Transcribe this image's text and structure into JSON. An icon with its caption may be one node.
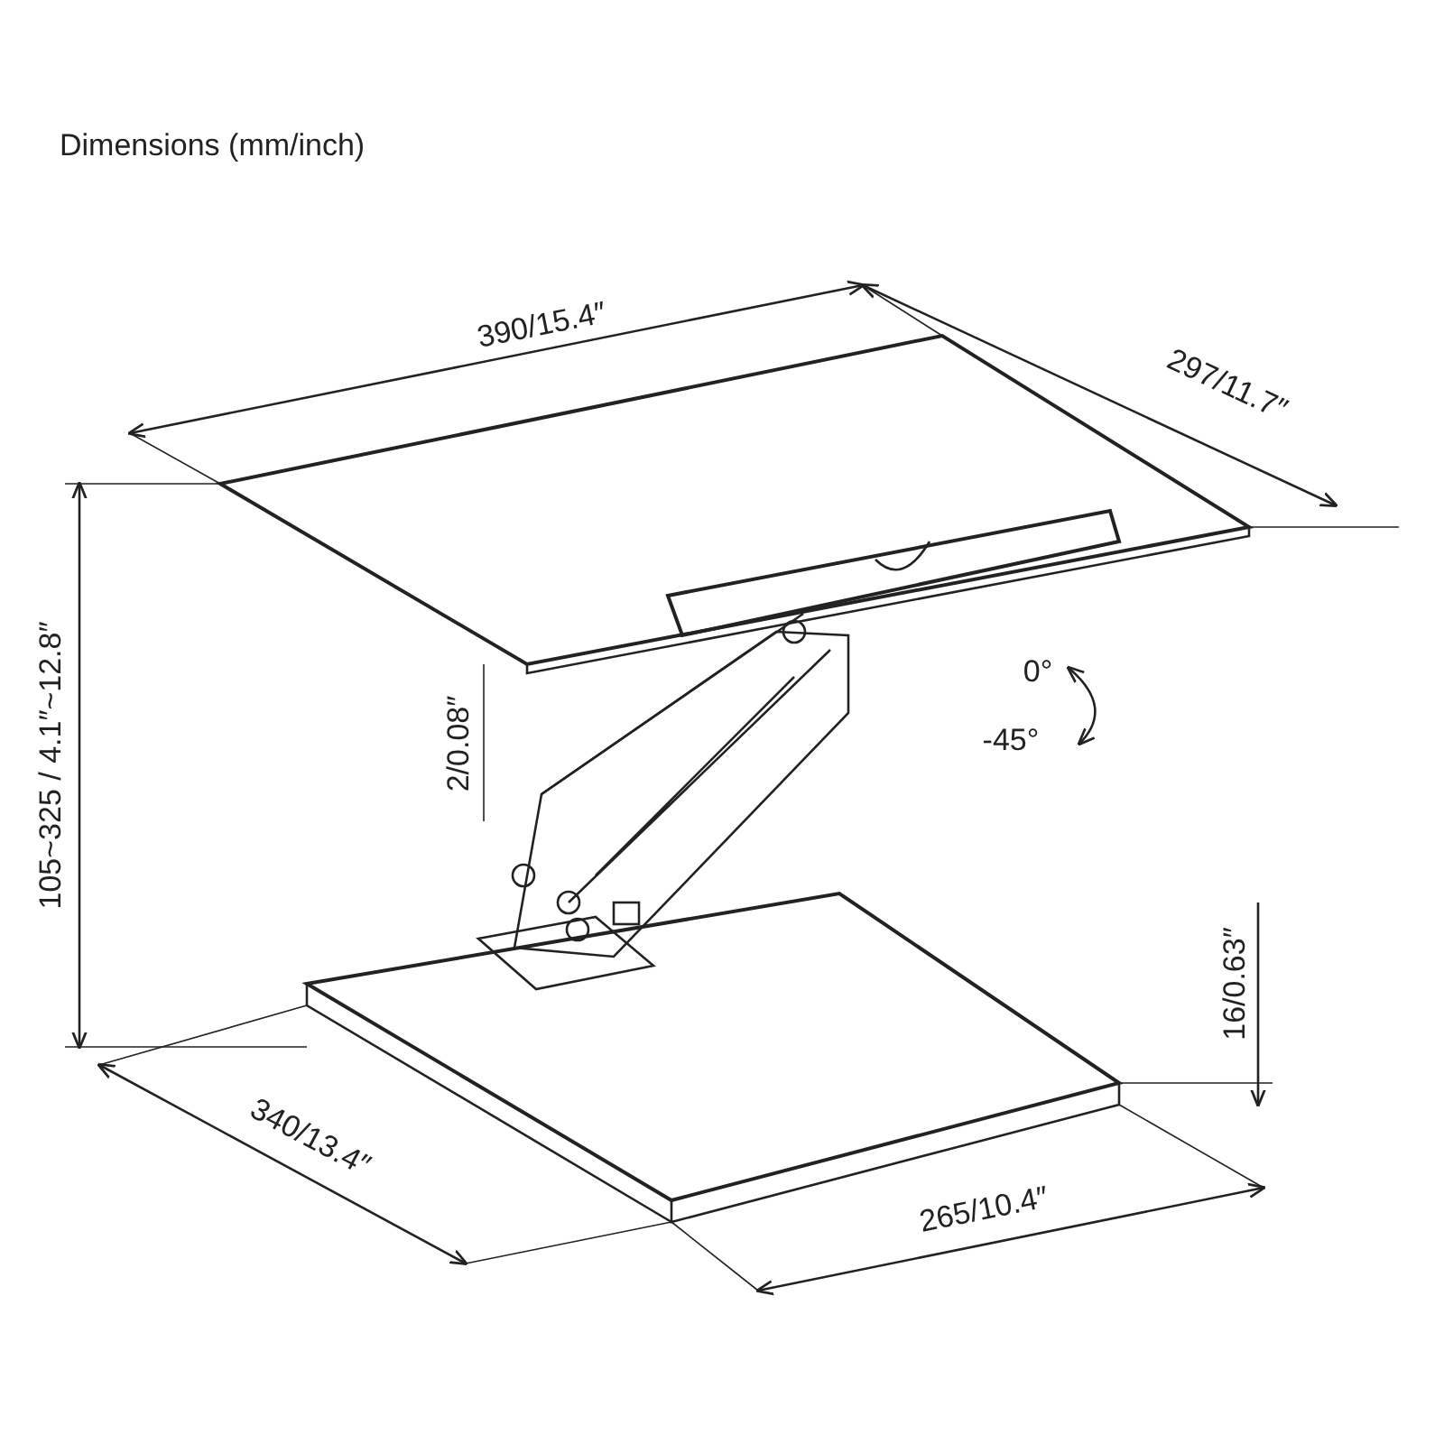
{
  "diagram": {
    "title": "Dimensions (mm/inch)",
    "labels": [
      "390/15.4″",
      "297/11.7″",
      "105~325 / 4.1″~12.8″",
      "2/0.08″",
      "0°",
      "-45°",
      "16/0.63″",
      "340/13.4″",
      "265/10.4″"
    ]
  }
}
